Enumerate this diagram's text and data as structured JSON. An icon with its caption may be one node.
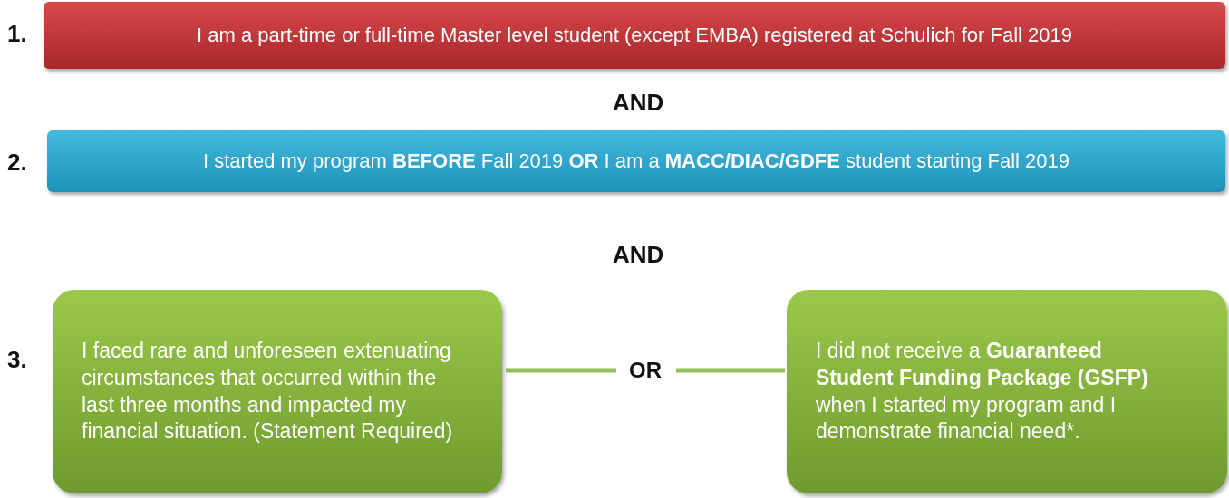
{
  "diagram": {
    "nodes": [
      {
        "text": [
          "I am a part-time or full-time Master level student (except EMBA) registered at Schulich for Fall 2019"
        ]
      },
      {
        "text": [
          "I started my program **BEFORE** Fall 2019 **OR** I am a **MACC/DIAC/GDFE** student starting Fall 2019"
        ]
      },
      {
        "text": [
          "I faced rare and unforeseen extenuating circumstances that occurred within the last three months and impacted my financial situation. (Statement Required)"
        ]
      },
      {
        "text": [
          "I did not receive a **Guaranteed Student Funding Package (GSFP)** when I started my program and I demonstrate financial need*."
        ]
      },
      {
        "text": [
          "OR"
        ]
      }
    ],
    "edges": [
      {
        "from": 2,
        "to": 4,
        "arrow": "none"
      },
      {
        "from": 4,
        "to": 3,
        "arrow": "none"
      }
    ],
    "labels": [
      "1.",
      "AND",
      "2.",
      "AND",
      "3."
    ]
  }
}
